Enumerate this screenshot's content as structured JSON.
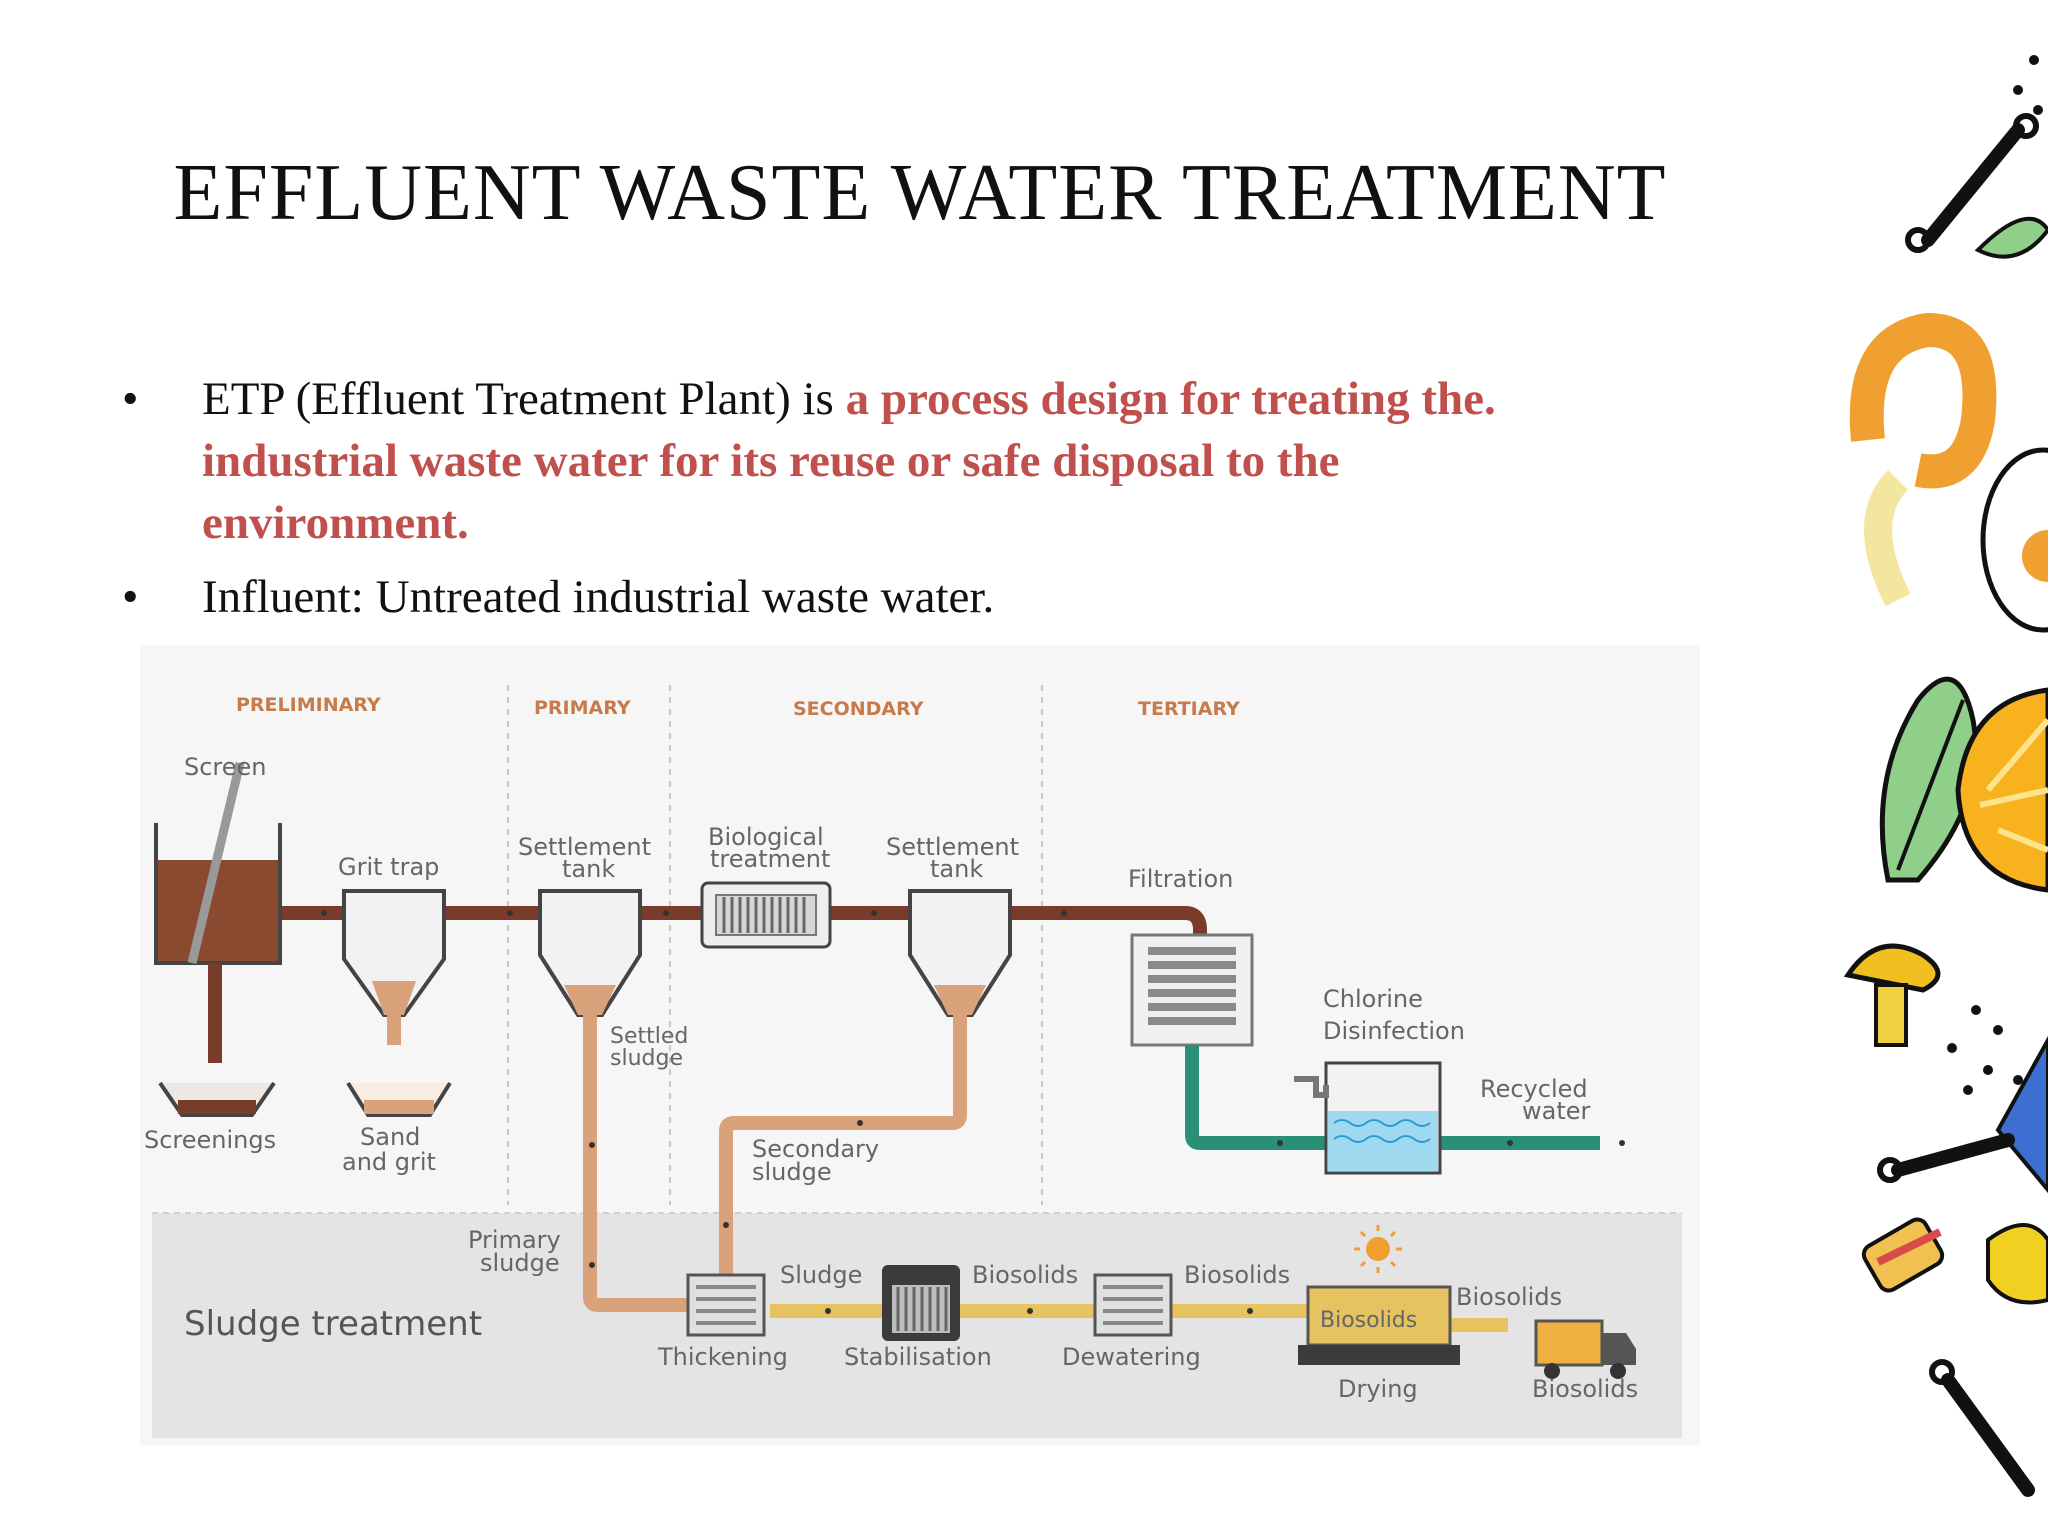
{
  "title": "EFFLUENT WASTE WATER TREATMENT",
  "bullets": [
    {
      "marker": "•",
      "plain_before": "ETP (Effluent Treatment Plant) is ",
      "highlight_1": "a process design for treating the",
      "plain_mid": ". ",
      "highlight_2": "industrial waste water for its reuse or safe disposal to the environment",
      "plain_after": "."
    },
    {
      "marker": "•",
      "text": "Influent: Untreated industrial waste water."
    }
  ],
  "diagram": {
    "stages": [
      "PRELIMINARY",
      "PRIMARY",
      "SECONDARY",
      "TERTIARY"
    ],
    "labels": {
      "screen": "Screen",
      "grit_trap": "Grit trap",
      "settlement_tank_1": [
        "Settlement",
        "tank"
      ],
      "biological_treatment": [
        "Biological",
        "treatment"
      ],
      "settlement_tank_2": [
        "Settlement",
        "tank"
      ],
      "filtration": "Filtration",
      "chlorine": [
        "Chlorine",
        "Disinfection"
      ],
      "recycled_water": [
        "Recycled",
        "water"
      ],
      "screenings": "Screenings",
      "sand_grit": [
        "Sand",
        "and grit"
      ],
      "settled_sludge": [
        "Settled",
        "sludge"
      ],
      "secondary_sludge": [
        "Secondary",
        "sludge"
      ],
      "primary_sludge": [
        "Primary",
        "sludge"
      ],
      "sludge_treatment": "Sludge treatment",
      "sludge": "Sludge",
      "biosolids": "Biosolids",
      "thickening": "Thickening",
      "stabilisation": "Stabilisation",
      "dewatering": "Dewatering",
      "drying": "Drying"
    },
    "colors": {
      "phase_label": "#c77b4a",
      "waste_pipe": "#7a3c2a",
      "sludge_pipe": "#d9a27a",
      "biosolid_pipe": "#e6c261",
      "clean_pipe": "#2a8f76",
      "water": "#9fd9f0"
    }
  },
  "decoration": {
    "name": "food-waste doodles"
  }
}
